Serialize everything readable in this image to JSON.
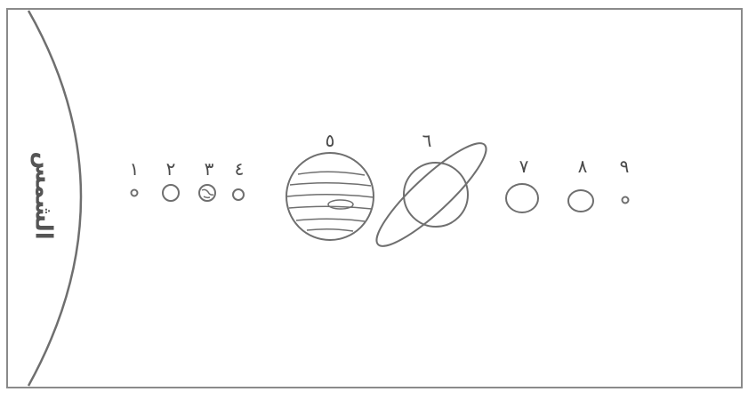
{
  "diagram": {
    "sun_label": "الشمس",
    "planets": [
      {
        "label": "١"
      },
      {
        "label": "٢"
      },
      {
        "label": "٣"
      },
      {
        "label": "٤"
      },
      {
        "label": "٥"
      },
      {
        "label": "٦"
      },
      {
        "label": "٧"
      },
      {
        "label": "٨"
      },
      {
        "label": "٩"
      }
    ]
  },
  "colors": {
    "line": "#6f6f6f",
    "frame": "#8a8a8a",
    "label": "#4a4a4a"
  }
}
